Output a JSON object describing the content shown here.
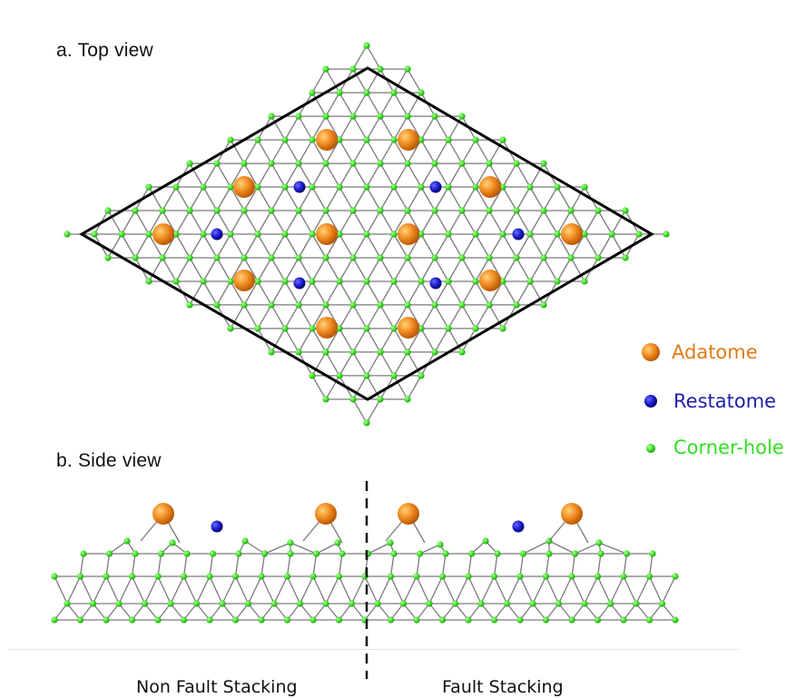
{
  "titles": {
    "top_view": "a. Top view",
    "side_view": "b. Side view"
  },
  "legend": [
    {
      "key": "adatom",
      "label": "Adatome",
      "color": "#e07a19",
      "icon": "orange-sphere-icon"
    },
    {
      "key": "restatom",
      "label": "Restatome",
      "color": "#1f1fa8",
      "icon": "blue-sphere-icon"
    },
    {
      "key": "cornerhole",
      "label": "Corner-hole",
      "color": "#33dd22",
      "icon": "green-dot-icon"
    }
  ],
  "bottom_labels": {
    "left": "Non Fault Stacking",
    "right": "Fault Stacking"
  },
  "colors": {
    "bond": "#7a7a7a",
    "cell_outline": "#000000",
    "adatom": "#f08a1f",
    "restatom": "#1a1acc",
    "cornerhole": "#3ee028"
  }
}
